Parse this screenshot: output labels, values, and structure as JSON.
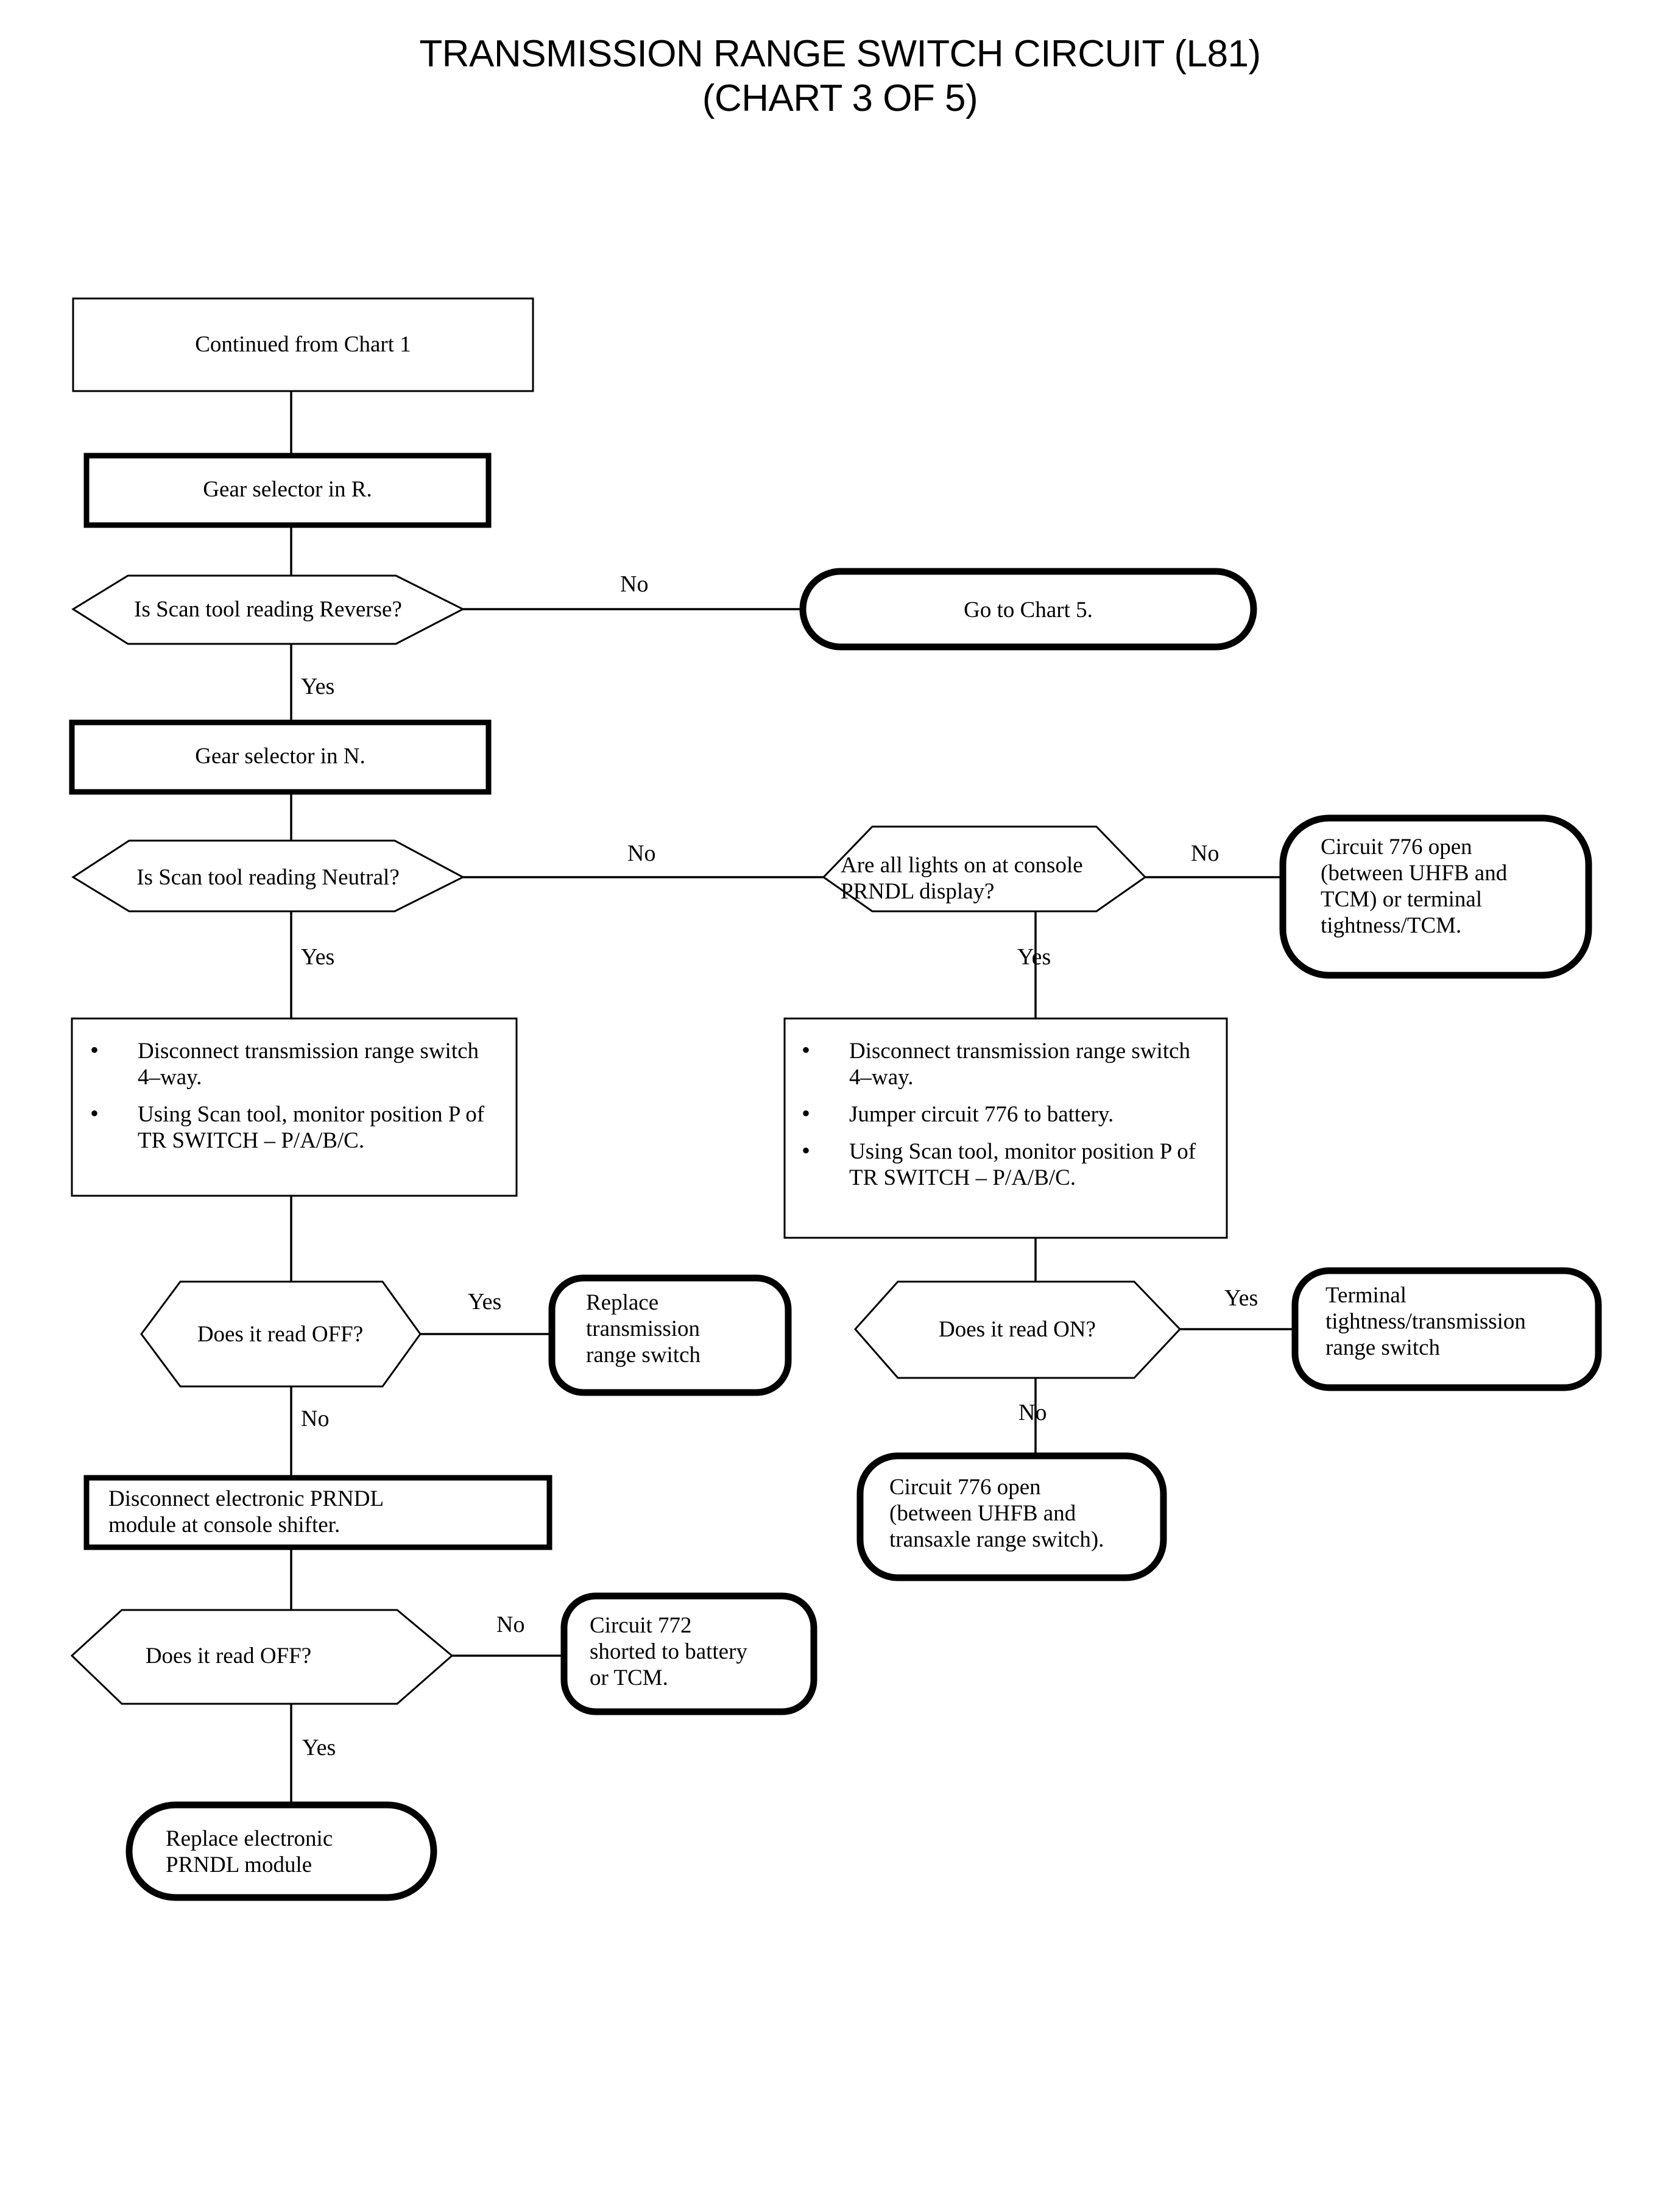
{
  "title": {
    "line1": "TRANSMISSION RANGE SWITCH CIRCUIT (L81)",
    "line2": "(CHART 3 OF 5)"
  },
  "colors": {
    "ink": "#000000",
    "paper": "#ffffff"
  },
  "nodes": {
    "continued_from_chart1": "Continued from Chart 1",
    "gear_selector_r": "Gear selector in R.",
    "q_reverse": "Is Scan tool reading Reverse?",
    "go_to_chart5": "Go to Chart 5.",
    "gear_selector_n": "Gear selector in N.",
    "q_neutral": "Is Scan tool reading Neutral?",
    "q_console_lights": "Are all lights on at console\nPRNDL display?",
    "circuit776_open_tcm": "Circuit 776 open\n(between UHFB and\nTCM) or terminal\ntightness/TCM.",
    "left_actions": [
      "Disconnect transmission range switch 4–way.",
      "Using Scan tool, monitor position P of TR SWITCH – P/A/B/C."
    ],
    "right_actions": [
      "Disconnect transmission range switch 4–way.",
      "Jumper circuit 776 to battery.",
      "Using Scan tool, monitor position P of TR SWITCH – P/A/B/C."
    ],
    "q_read_off_1": "Does it read OFF?",
    "replace_trs": "Replace\ntransmission\nrange switch",
    "q_read_on": "Does it read ON?",
    "terminal_tightness_trs": "Terminal\ntightness/transmission\nrange switch",
    "circuit776_open_transaxle": "Circuit 776 open\n(between UHFB and\ntransaxle range switch).",
    "disconnect_prndl": "Disconnect electronic PRNDL\nmodule at console shifter.",
    "q_read_off_2": "Does it read OFF?",
    "circuit772_shorted": "Circuit 772\nshorted to battery\nor TCM.",
    "replace_prndl": "Replace electronic\nPRNDL module"
  },
  "edge_labels": {
    "reverse_no": "No",
    "reverse_yes": "Yes",
    "neutral_no": "No",
    "neutral_yes": "Yes",
    "lights_no": "No",
    "lights_yes": "Yes",
    "off1_yes": "Yes",
    "off1_no": "No",
    "on_yes": "Yes",
    "on_no": "No",
    "off2_no": "No",
    "off2_yes": "Yes"
  }
}
